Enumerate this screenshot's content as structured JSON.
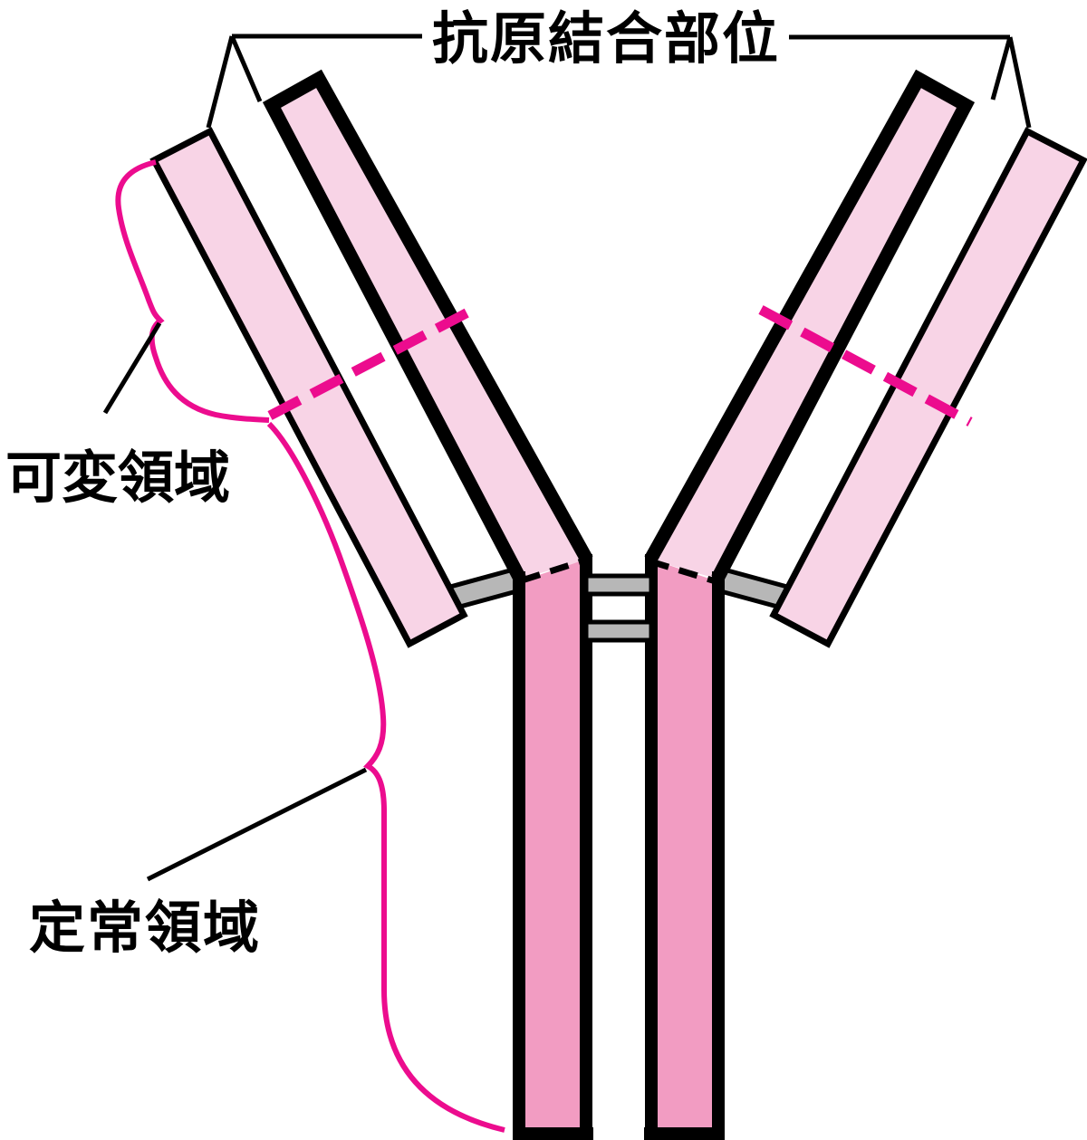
{
  "diagram": {
    "type": "antibody-structure-diagram",
    "labels": {
      "antigen_binding_site": "抗原結合部位",
      "variable_region": "可変領域",
      "constant_region": "定常領域"
    },
    "colors": {
      "light_pink": "#F8D4E6",
      "dark_pink": "#F29CC2",
      "magenta": "#EC0C8E",
      "gray": "#B7B7B7",
      "outline": "#000000",
      "background": "#FFFFFF"
    }
  }
}
